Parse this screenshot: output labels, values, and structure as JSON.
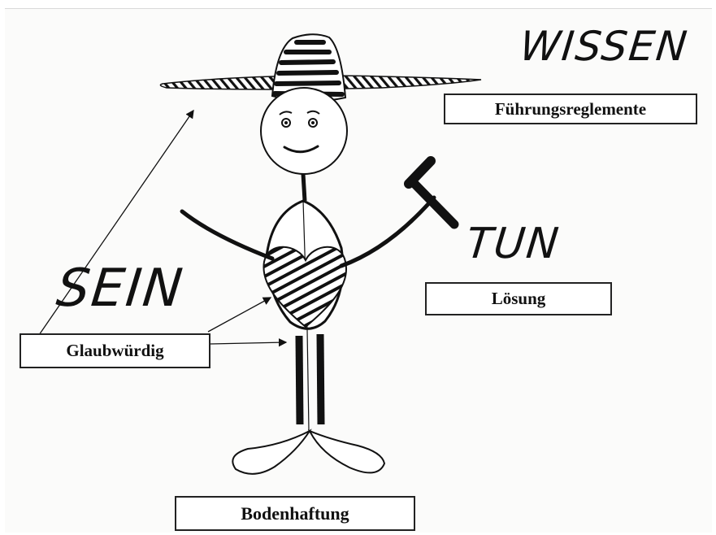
{
  "handwritten": {
    "wissen": "WISSEN",
    "tun": "TUN",
    "sein": "SEIN"
  },
  "labels": {
    "fuehrung": "Führungsreglemente",
    "loesung": "Lösung",
    "glaub": "Glaubwürdig",
    "boden": "Bodenhaftung"
  },
  "colors": {
    "ink": "#111111",
    "background": "#fbfbfa"
  }
}
